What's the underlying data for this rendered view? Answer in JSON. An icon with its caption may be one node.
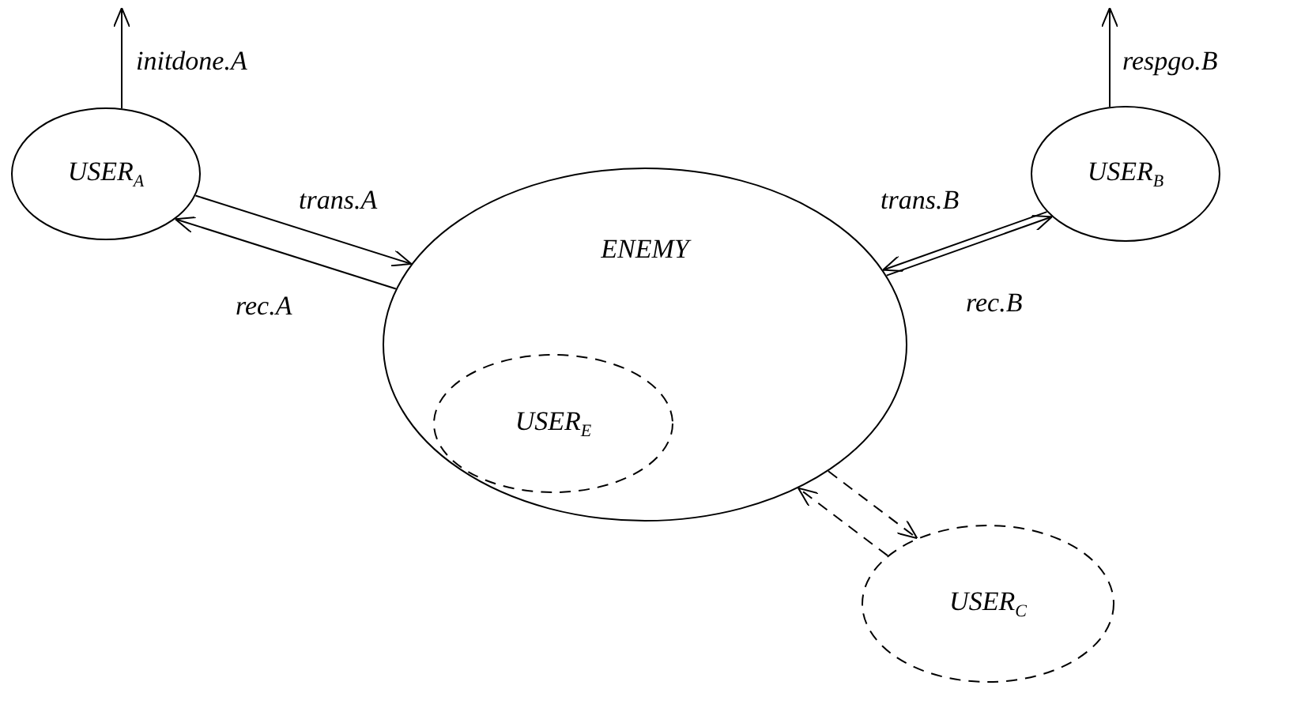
{
  "diagram": {
    "nodes": [
      {
        "text": [
          "USER$_{A}$"
        ]
      },
      {
        "text": [
          "USER$_{B}$"
        ]
      },
      {
        "text": [
          "ENEMY"
        ]
      },
      {
        "text": [
          "USER$_{E}$"
        ],
        "in": 2
      },
      {
        "text": [
          "USER$_{C}$"
        ]
      }
    ],
    "edges": [
      {
        "from": 0,
        "to": null,
        "arrow": "to",
        "label": "initdone.A"
      },
      {
        "from": 1,
        "to": null,
        "arrow": "to",
        "label": "respgo.B"
      },
      {
        "from": 0,
        "to": 2,
        "arrow": "to",
        "label": "trans.A"
      },
      {
        "from": 2,
        "to": 0,
        "arrow": "to",
        "label": "rec.A"
      },
      {
        "from": 1,
        "to": 2,
        "arrow": "to",
        "label": "trans.B"
      },
      {
        "from": 2,
        "to": 1,
        "arrow": "to",
        "label": "rec.B"
      },
      {
        "from": 2,
        "to": 4,
        "arrow": "to",
        "style": "dashed"
      },
      {
        "from": 4,
        "to": 2,
        "arrow": "to",
        "style": "dashed"
      }
    ]
  }
}
